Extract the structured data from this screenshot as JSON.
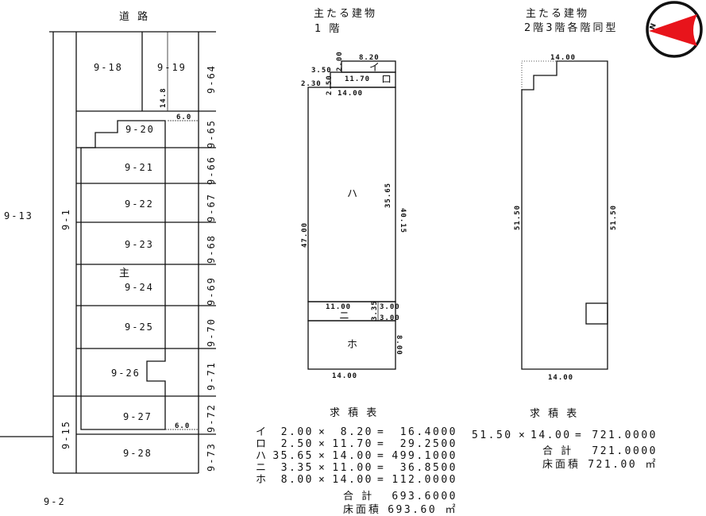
{
  "site_map": {
    "road_label": "道 路",
    "lots": [
      "9-18",
      "9-19",
      "9-20",
      "9-21",
      "9-22",
      "9-23",
      "9-24",
      "9-25",
      "9-26",
      "9-27",
      "9-28"
    ],
    "main_marker": "主",
    "adjacent_right": [
      "9-64",
      "9-65",
      "9-66",
      "9-67",
      "9-68",
      "9-69",
      "9-70",
      "9-71",
      "9-72",
      "9-73"
    ],
    "adjacent_left": {
      "strip": "9-1",
      "lower": "9-15",
      "far_left": "9-13",
      "bottom": "9-2"
    },
    "dimensions": {
      "vertical": "14.8",
      "top_offset": "6.0",
      "bottom_offset": "6.0"
    }
  },
  "floor1": {
    "title": "主たる建物",
    "subtitle": "1 階",
    "dims": {
      "i_w": "8.20",
      "i_h": "2.00",
      "ro_off": "3.50",
      "ro_w": "11.70",
      "ro_h": "2.50",
      "ha_off": "2.30",
      "ha_w": "14.00",
      "total_h": "47.00",
      "ha_h": "35.65",
      "right_h": "40.15",
      "ni_w": "11.00",
      "ni_h": "3.35",
      "ni_off1": "3.00",
      "ni_off2": "3.00",
      "ho_h": "8.00",
      "bottom_w": "14.00"
    },
    "section_labels": {
      "i": "イ",
      "ro": "ロ",
      "ha": "ハ",
      "ni": "ニ",
      "ho": "ホ"
    }
  },
  "floor23": {
    "title": "主たる建物",
    "subtitle": "2階3階各階同型",
    "dims": {
      "top_w": "14.00",
      "left_h": "51.50",
      "right_h": "51.50",
      "bottom_w": "14.00"
    }
  },
  "compass": {
    "label": "N",
    "color": "#e8141b"
  },
  "table1": {
    "title": "求 積 表",
    "rows": [
      {
        "k": "イ",
        "a": "2.00",
        "b": "8.20",
        "r": "16.4000"
      },
      {
        "k": "ロ",
        "a": "2.50",
        "b": "11.70",
        "r": "29.2500"
      },
      {
        "k": "ハ",
        "a": "35.65",
        "b": "14.00",
        "r": "499.1000"
      },
      {
        "k": "ニ",
        "a": "3.35",
        "b": "11.00",
        "r": "36.8500"
      },
      {
        "k": "ホ",
        "a": "8.00",
        "b": "14.00",
        "r": "112.0000"
      }
    ],
    "times": "×",
    "eq": "=",
    "total_label": "合 計",
    "total": "693.6000",
    "floor_area_label": "床面積",
    "floor_area": "693.60 ㎡"
  },
  "table2": {
    "title": "求 積 表",
    "row": {
      "a": "51.50",
      "b": "14.00",
      "r": "721.0000"
    },
    "times": "×",
    "eq": "=",
    "total_label": "合 計",
    "total": "721.0000",
    "floor_area_label": "床面積",
    "floor_area": "721.00 ㎡"
  }
}
